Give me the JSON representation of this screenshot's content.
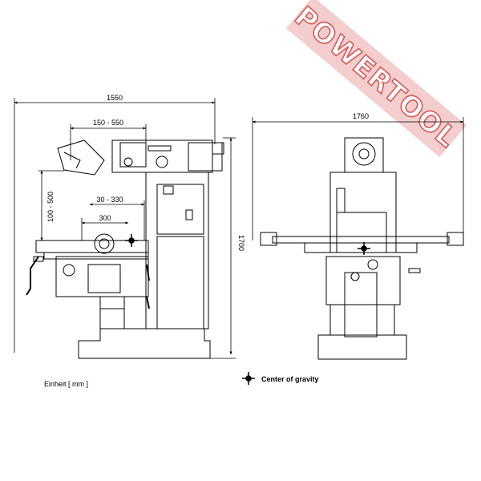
{
  "dimensions": {
    "overall_width_side": "1550",
    "head_travel": "150 - 550",
    "head_height_range": "100 - 500",
    "table_offset": "30 - 330",
    "table_width": "300",
    "overall_height": "1700",
    "overall_width_front": "1760"
  },
  "legend": {
    "unit": "Einheit [ mm ]",
    "center_of_gravity": "Center of gravity"
  },
  "watermark": {
    "text": "POWERTOOL"
  },
  "colors": {
    "line": "#000000",
    "watermark_fill": "#f3c8c8",
    "watermark_outline": "#d55a5a"
  }
}
